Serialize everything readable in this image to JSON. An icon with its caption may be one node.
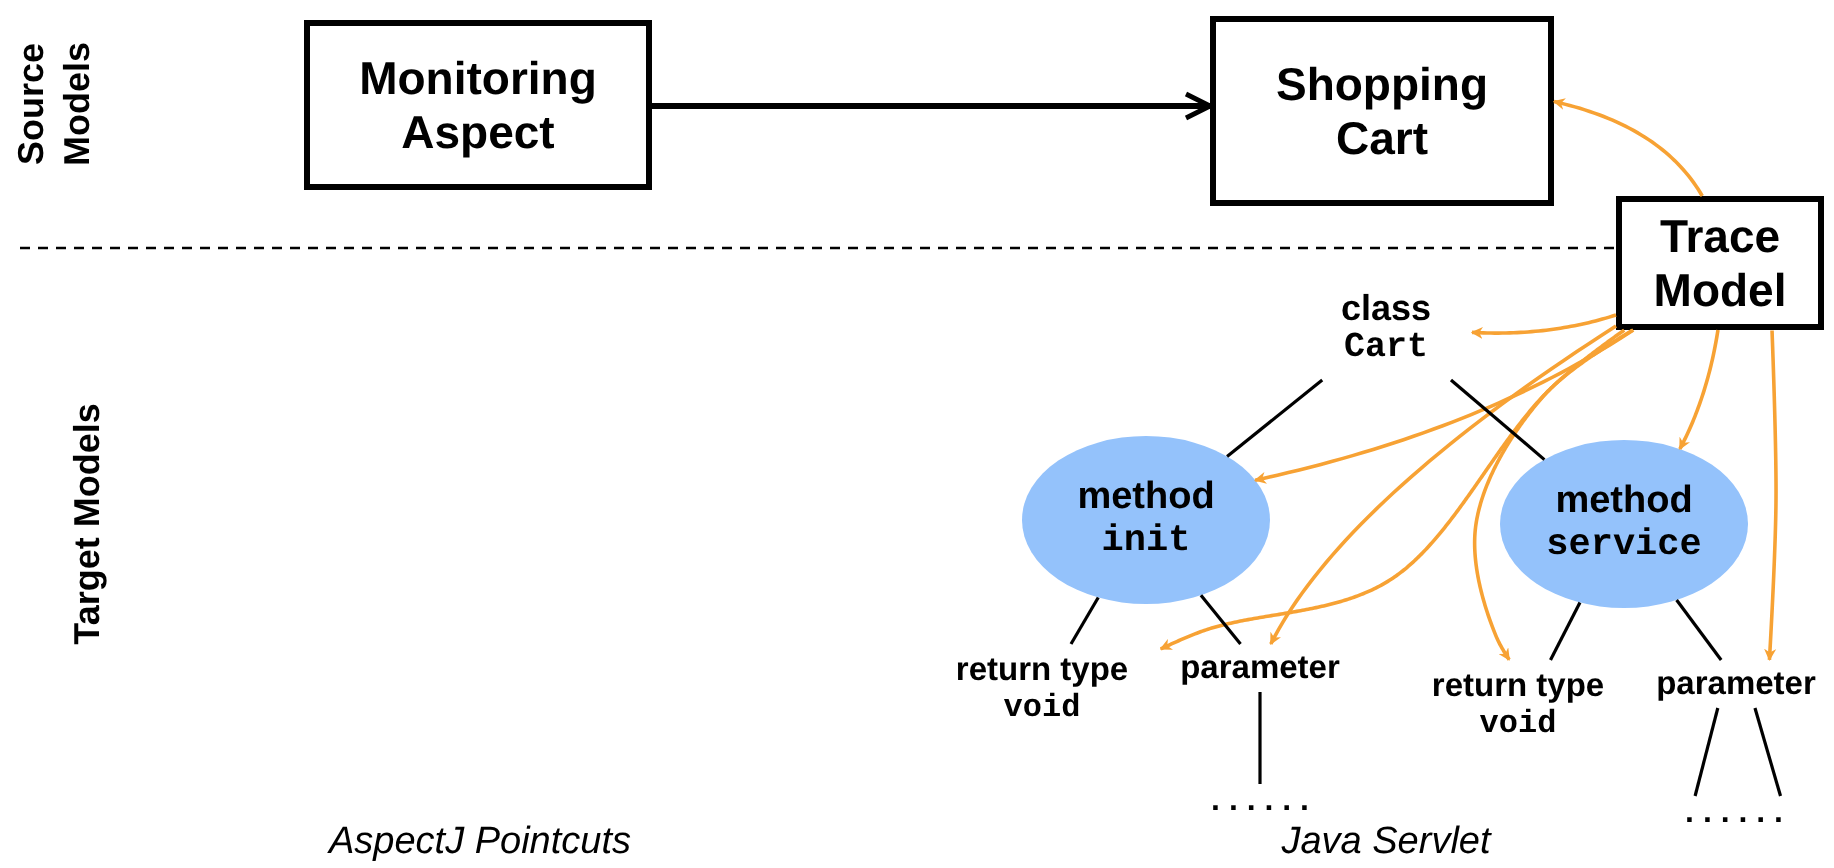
{
  "diagram": {
    "nodes": [
      {
        "text": [
          "Monitoring Aspect"
        ]
      },
      {
        "text": [
          "Shopping Cart"
        ]
      },
      {
        "text": [
          "Trace Model"
        ]
      },
      {
        "text": [
          "class",
          "Cart"
        ]
      },
      {
        "text": [
          "method",
          "init"
        ]
      },
      {
        "text": [
          "method",
          "service"
        ]
      },
      {
        "text": [
          "return type",
          "void"
        ]
      },
      {
        "text": [
          "parameter"
        ]
      },
      {
        "text": [
          "return type",
          "void"
        ]
      },
      {
        "text": [
          "parameter"
        ]
      },
      {
        "text": [
          ". . . . . ."
        ]
      },
      {
        "text": [
          ". . . . . ."
        ]
      }
    ],
    "edges": [
      {
        "from": 0,
        "to": 1,
        "arrow": "to"
      },
      {
        "from": 2,
        "to": 1,
        "arrow": "to",
        "color": "#f7a234"
      },
      {
        "from": 2,
        "to": 3,
        "arrow": "to",
        "color": "#f7a234"
      },
      {
        "from": 2,
        "to": 4,
        "arrow": "to",
        "color": "#f7a234"
      },
      {
        "from": 2,
        "to": 5,
        "arrow": "to",
        "color": "#f7a234"
      },
      {
        "from": 2,
        "to": 6,
        "arrow": "to",
        "color": "#f7a234"
      },
      {
        "from": 2,
        "to": 7,
        "arrow": "to",
        "color": "#f7a234"
      },
      {
        "from": 2,
        "to": 8,
        "arrow": "to",
        "color": "#f7a234"
      },
      {
        "from": 2,
        "to": 9,
        "arrow": "to",
        "color": "#f7a234"
      },
      {
        "from": 3,
        "to": 4,
        "arrow": "none"
      },
      {
        "from": 3,
        "to": 5,
        "arrow": "none"
      },
      {
        "from": 4,
        "to": 6,
        "arrow": "none"
      },
      {
        "from": 4,
        "to": 7,
        "arrow": "none"
      },
      {
        "from": 5,
        "to": 8,
        "arrow": "none"
      },
      {
        "from": 5,
        "to": 9,
        "arrow": "none"
      },
      {
        "from": 7,
        "to": 10,
        "arrow": "none"
      },
      {
        "from": 9,
        "to": 11,
        "arrow": "none"
      },
      {
        "from": 9,
        "to": 11,
        "arrow": "none"
      }
    ],
    "labels": [
      "Source Models",
      "Target Models",
      "AspectJ Pointcuts",
      "Java Servlet"
    ]
  }
}
